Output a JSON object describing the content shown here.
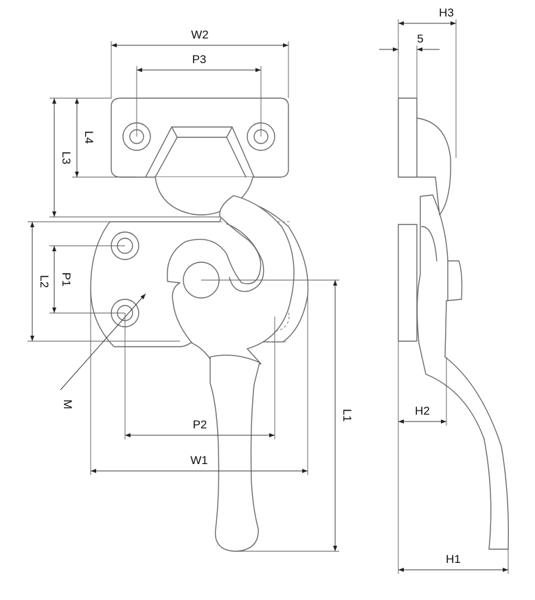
{
  "dimensions": {
    "w2": "W2",
    "p3": "P3",
    "l4": "L4",
    "l3": "L3",
    "p1": "P1",
    "l2": "L2",
    "m": "M",
    "p2": "P2",
    "w1": "W1",
    "l1": "L1",
    "h3": "H3",
    "five": "5",
    "h2": "H2",
    "h1": "H1"
  },
  "colors": {
    "outline": "#6b6b6b",
    "dimension": "#3a3a3a",
    "text": "#111111"
  }
}
